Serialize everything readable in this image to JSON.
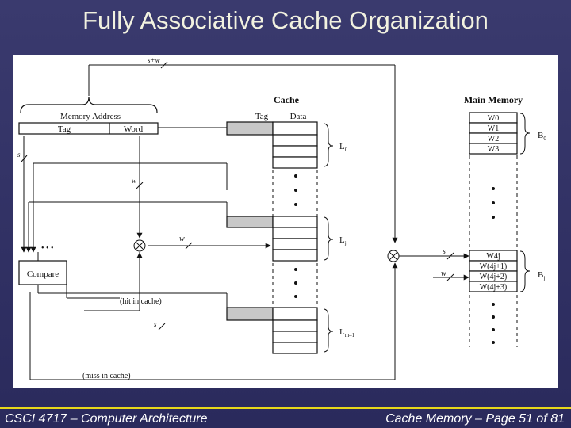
{
  "slide": {
    "title": "Fully Associative Cache Organization",
    "footer_left": "CSCI 4717 – Computer Architecture",
    "footer_right": "Cache Memory – Page 51 of 81"
  },
  "diagram": {
    "bus_top": "s+w",
    "memory_address": "Memory Address",
    "tag": "Tag",
    "word": "Word",
    "s": "s",
    "w": "w",
    "dots": "• • •",
    "compare": "Compare",
    "hit": "(hit in cache)",
    "miss": "(miss in cache)",
    "cache": {
      "title": "Cache",
      "tag": "Tag",
      "data": "Data",
      "lines": [
        "L",
        "L",
        "L"
      ],
      "line_subs": [
        "0",
        "j",
        "m–1"
      ]
    },
    "main_memory": {
      "title": "Main Memory",
      "block0_words": [
        "W0",
        "W1",
        "W2",
        "W3"
      ],
      "block0_label": "B",
      "block0_sub": "0",
      "blockj_words": [
        "W4j",
        "W(4j+1)",
        "W(4j+2)",
        "W(4j+3)"
      ],
      "blockj_label": "B",
      "blockj_sub": "j"
    }
  }
}
